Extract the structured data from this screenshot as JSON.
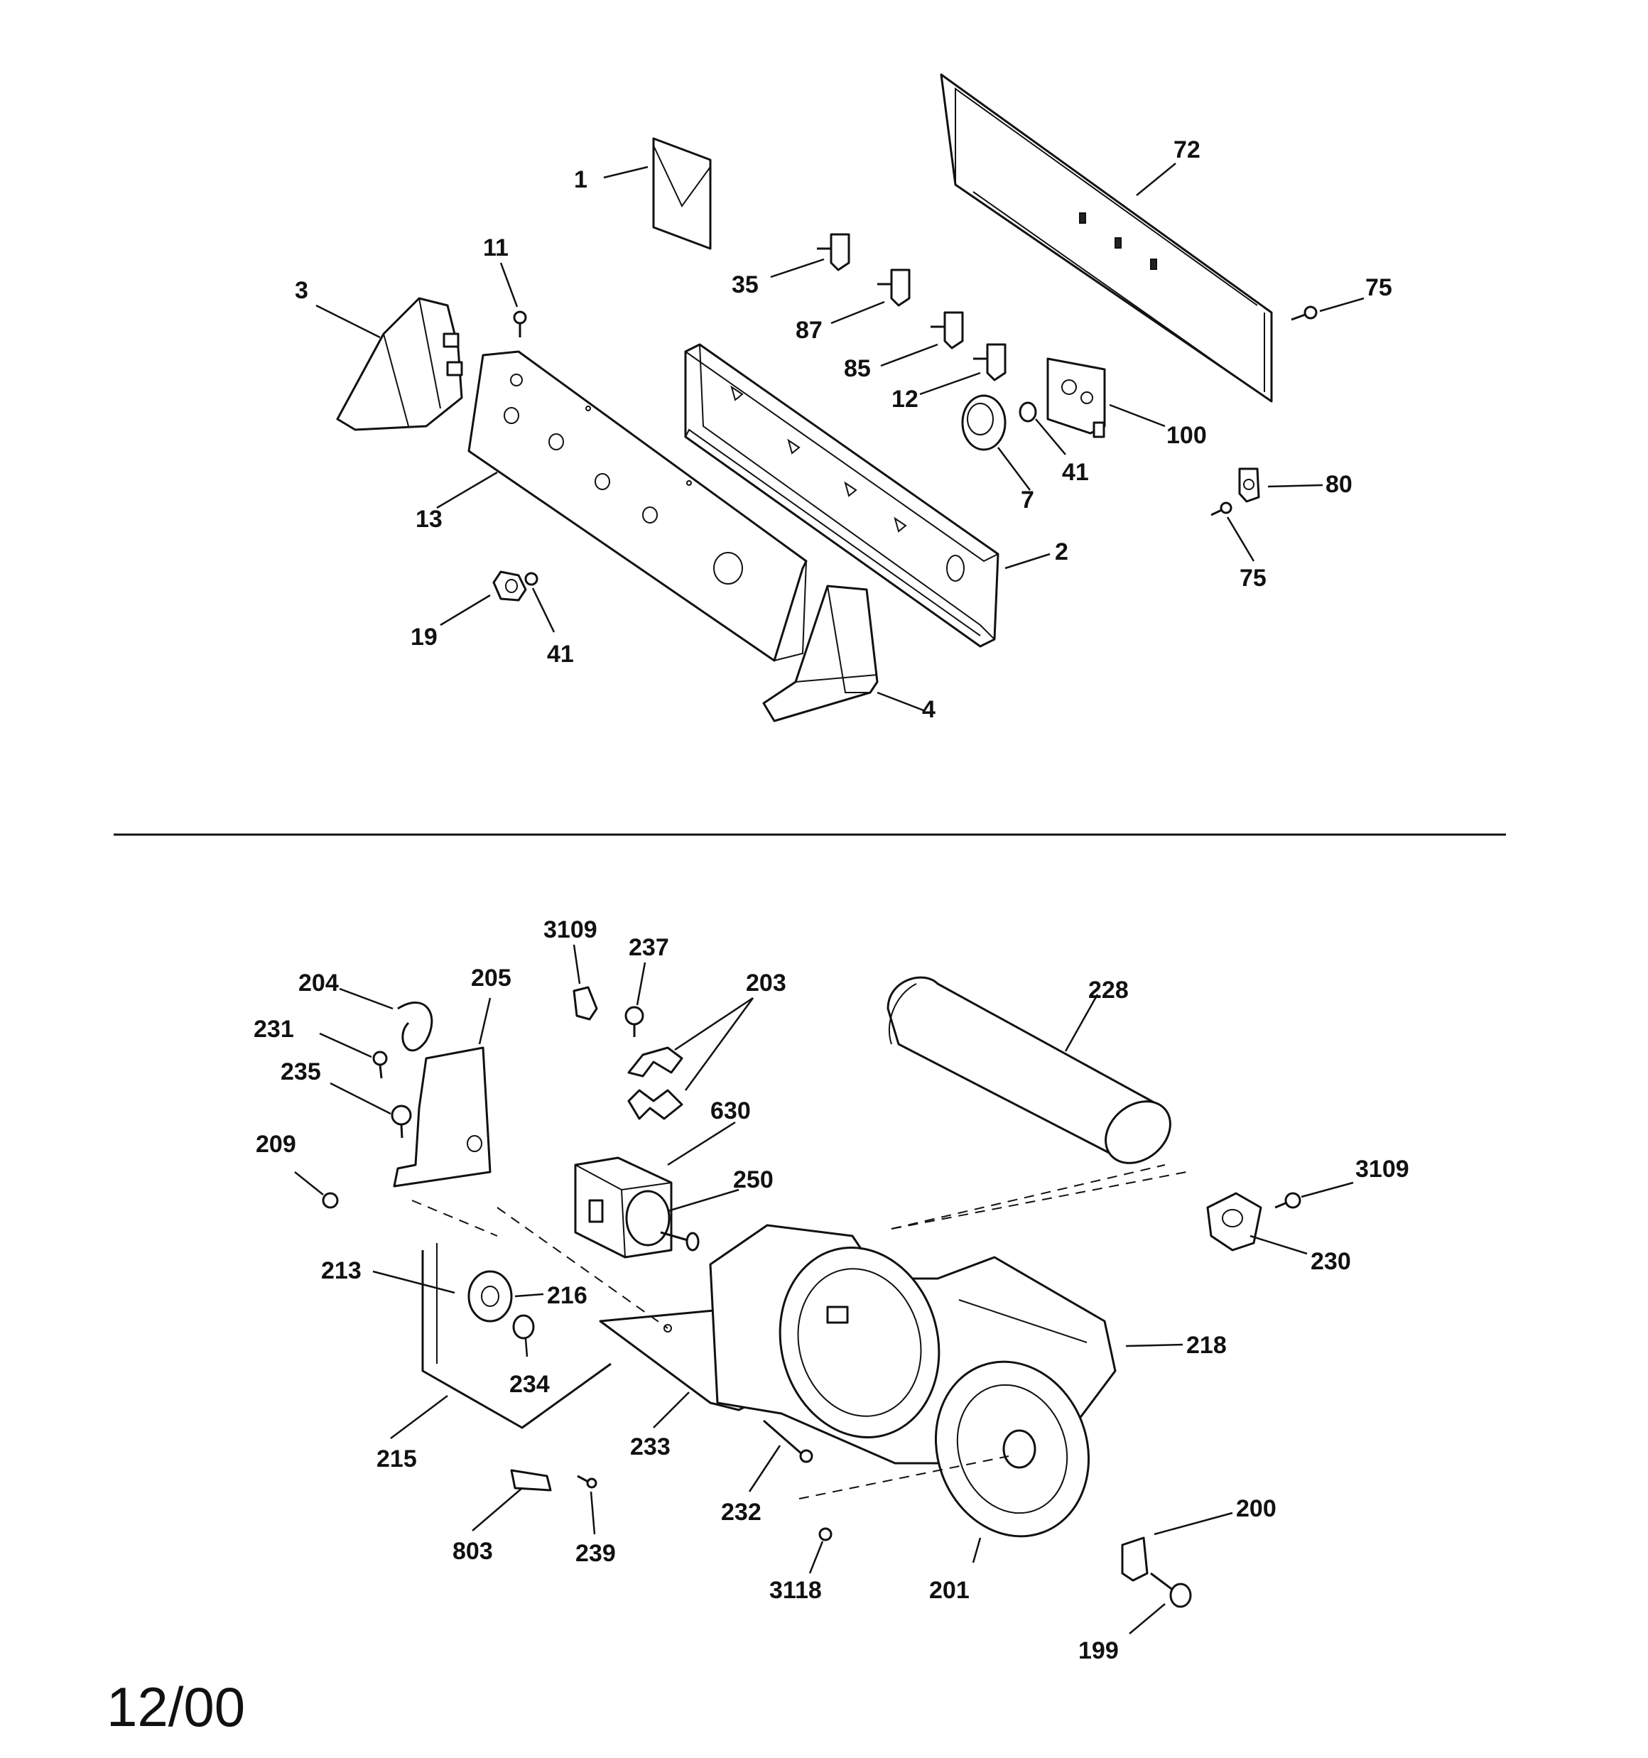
{
  "date_code": "12/00",
  "callouts": {
    "c1": "1",
    "c72": "72",
    "c11": "11",
    "c3": "3",
    "c35": "35",
    "c75a": "75",
    "c87": "87",
    "c85": "85",
    "c12": "12",
    "c100": "100",
    "c41a": "41",
    "c7": "7",
    "c80": "80",
    "c75b": "75",
    "c13": "13",
    "c2": "2",
    "c19": "19",
    "c41b": "41",
    "c4": "4",
    "c3109a": "3109",
    "c237": "237",
    "c203": "203",
    "c204": "204",
    "c205": "205",
    "c228": "228",
    "c231": "231",
    "c235": "235",
    "c630": "630",
    "c209": "209",
    "c250": "250",
    "c3109b": "3109",
    "c213": "213",
    "c216": "216",
    "c230": "230",
    "c218": "218",
    "c234": "234",
    "c215": "215",
    "c233": "233",
    "c232": "232",
    "c200": "200",
    "c803": "803",
    "c239": "239",
    "c3118": "3118",
    "c201": "201",
    "c199": "199"
  }
}
